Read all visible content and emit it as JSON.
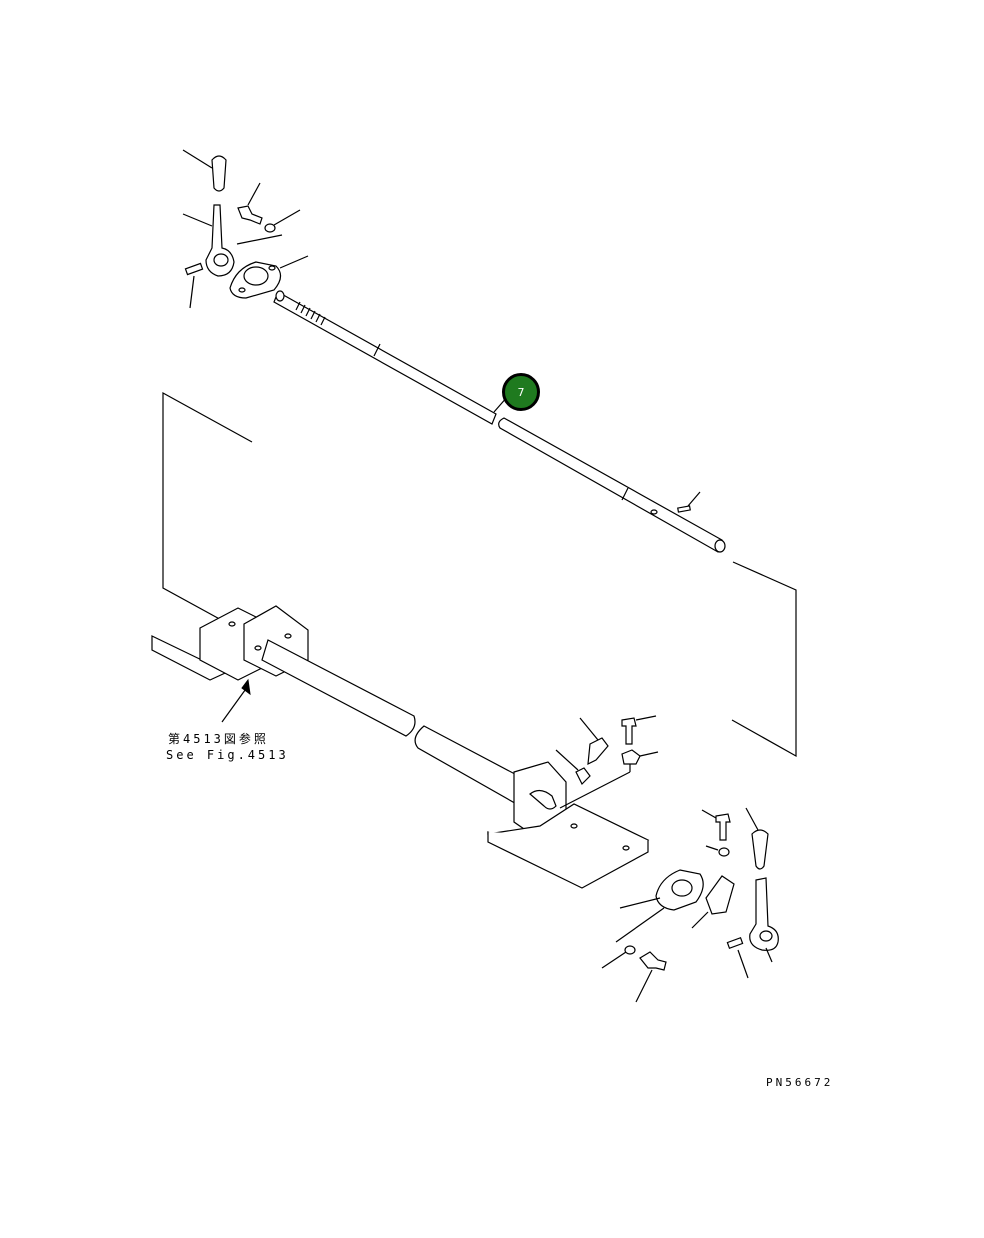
{
  "callouts": [
    {
      "label": "7",
      "color": "#1f7a1f"
    }
  ],
  "reference_note": {
    "line_jp": "第4513図参照",
    "line_en": "See Fig.4513"
  },
  "part_number": "PN56672"
}
